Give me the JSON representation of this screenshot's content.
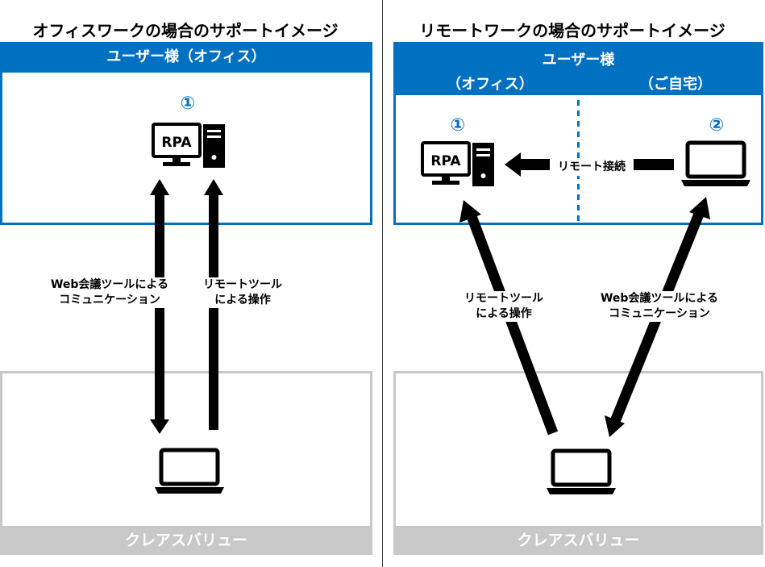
{
  "colors": {
    "accent": "#0070c0",
    "gray": "#c8c8c8"
  },
  "left": {
    "title": "オフィスワークの場合のサポートイメージ",
    "user_header": "ユーザー様（オフィス）",
    "marker": "①",
    "pc_label": "RPA",
    "arrow_labels": {
      "web": [
        "Web会議ツールによる",
        "コミュニケーション"
      ],
      "remote": [
        "リモートツール",
        "による操作"
      ]
    },
    "bottom_label": "クレアスバリュー"
  },
  "right": {
    "title": "リモートワークの場合のサポートイメージ",
    "user_header": "ユーザー様",
    "office_label": "（オフィス）",
    "home_label": "（ご自宅）",
    "marker_office": "①",
    "marker_home": "②",
    "pc_label": "RPA",
    "connection_label": "リモート接続",
    "arrow_labels": {
      "remote": [
        "リモートツール",
        "による操作"
      ],
      "web": [
        "Web会議ツールによる",
        "コミュニケーション"
      ]
    },
    "bottom_label": "クレアスバリュー"
  },
  "icons": [
    "desktop-pc-icon",
    "laptop-icon",
    "arrow-icon"
  ]
}
